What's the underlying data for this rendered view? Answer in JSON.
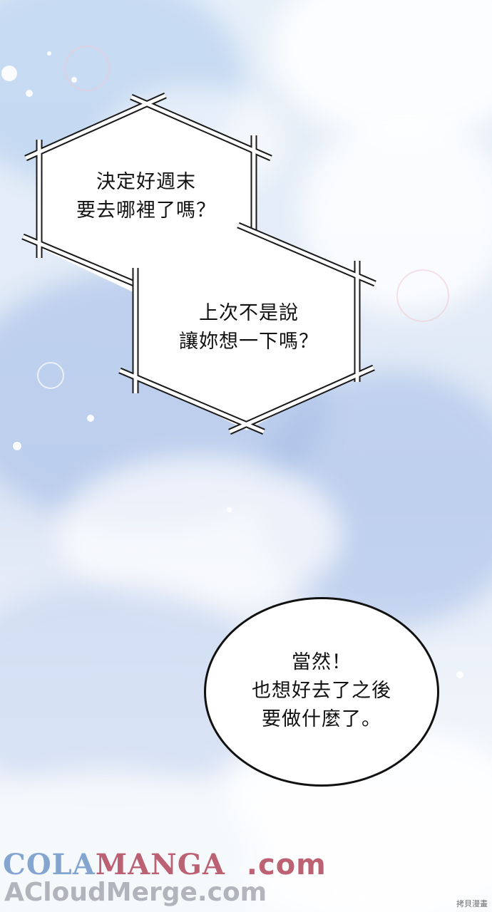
{
  "bubbles": [
    {
      "id": "hexagon-top",
      "shape": "hexagon",
      "lines": [
        "決定好週末",
        "要去哪裡了嗎？"
      ]
    },
    {
      "id": "hexagon-middle",
      "shape": "hexagon",
      "lines": [
        "上次不是說",
        "讓妳想一下嗎？"
      ]
    },
    {
      "id": "oval-bottom",
      "shape": "oval",
      "lines": [
        "當然！",
        "也想好去了之後",
        "要做什麼了。"
      ]
    }
  ],
  "watermark": {
    "cola_part1": "COLA",
    "cola_part2": "MANGA",
    "cola_part3": ".com",
    "acloud": "ACloudMerge.com",
    "small_credit": "拷貝漫畫"
  },
  "colors": {
    "ink": "#111111",
    "sky_blue": "#a8c2ea",
    "watermark_blue": "#6e96c8",
    "watermark_red": "#b0465a"
  }
}
